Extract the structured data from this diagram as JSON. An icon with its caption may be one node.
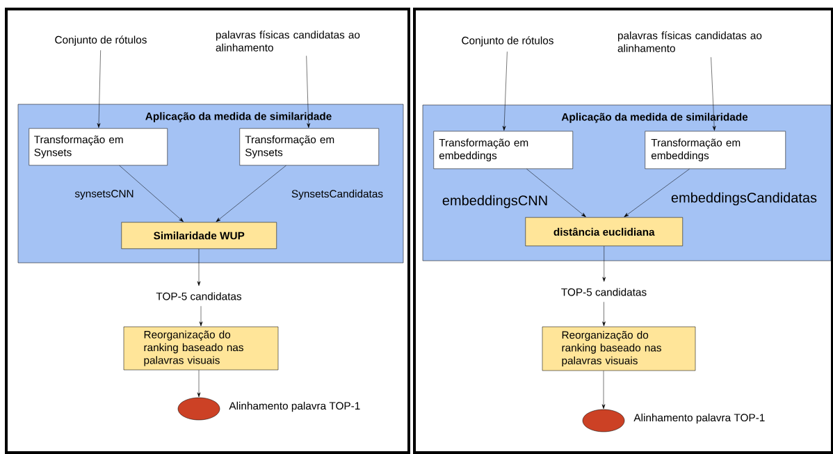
{
  "diagram": {
    "nodes": [
      {
        "text": [
          "Conjunto de rótulos"
        ]
      },
      {
        "text": [
          "palavras físicas candidatas ao alinhamento"
        ]
      },
      {
        "text": [
          "Aplicação da medida de similaridade"
        ]
      },
      {
        "text": [
          "Transformação em Synsets"
        ],
        "in": 2
      },
      {
        "text": [
          "Transformação em Synsets"
        ],
        "in": 2
      },
      {
        "text": [
          "Similaridade WUP"
        ],
        "in": 2
      },
      {
        "text": [
          "TOP-5 candidatas"
        ]
      },
      {
        "text": [
          "Reorganização do ranking baseado nas palavras visuais"
        ]
      },
      {
        "text": [],
        "shape": "circle",
        "beside": [
          "Alinhamento palavra TOP-1"
        ]
      },
      {
        "text": [
          "Conjunto de rótulos"
        ]
      },
      {
        "text": [
          "palavras físicas candidatas ao alinhamento"
        ]
      },
      {
        "text": [
          "Aplicação da medida de similaridade"
        ]
      },
      {
        "text": [
          "Transformação em embeddings"
        ],
        "in": 11
      },
      {
        "text": [
          "Transformação em embeddings"
        ],
        "in": 11
      },
      {
        "text": [
          "distância euclidiana"
        ],
        "in": 11
      },
      {
        "text": [
          "TOP-5 candidatas"
        ]
      },
      {
        "text": [
          "Reorganização do ranking baseado nas palavras visuais"
        ]
      },
      {
        "text": [],
        "shape": "circle",
        "beside": [
          "Alinhamento palavra TOP-1"
        ]
      }
    ],
    "edges": [
      {
        "from": 0,
        "to": 3,
        "arrow": "to"
      },
      {
        "from": 1,
        "to": 4,
        "arrow": "to"
      },
      {
        "from": 3,
        "to": 5,
        "arrow": "to",
        "label": "synsetsCNN"
      },
      {
        "from": 4,
        "to": 5,
        "arrow": "to",
        "label": "SynsetsCandidatas"
      },
      {
        "from": 5,
        "to": 6,
        "arrow": "to"
      },
      {
        "from": 6,
        "to": 7,
        "arrow": "to"
      },
      {
        "from": 7,
        "to": 8,
        "arrow": "to"
      },
      {
        "from": 9,
        "to": 12,
        "arrow": "to"
      },
      {
        "from": 10,
        "to": 13,
        "arrow": "to"
      },
      {
        "from": 12,
        "to": 14,
        "arrow": "to",
        "label": "embeddingsCNN"
      },
      {
        "from": 13,
        "to": 14,
        "arrow": "to",
        "label": "embeddingsCandidatas"
      },
      {
        "from": 14,
        "to": 15,
        "arrow": "to"
      },
      {
        "from": 15,
        "to": 16,
        "arrow": "to"
      },
      {
        "from": 16,
        "to": 17,
        "arrow": "to"
      }
    ]
  }
}
